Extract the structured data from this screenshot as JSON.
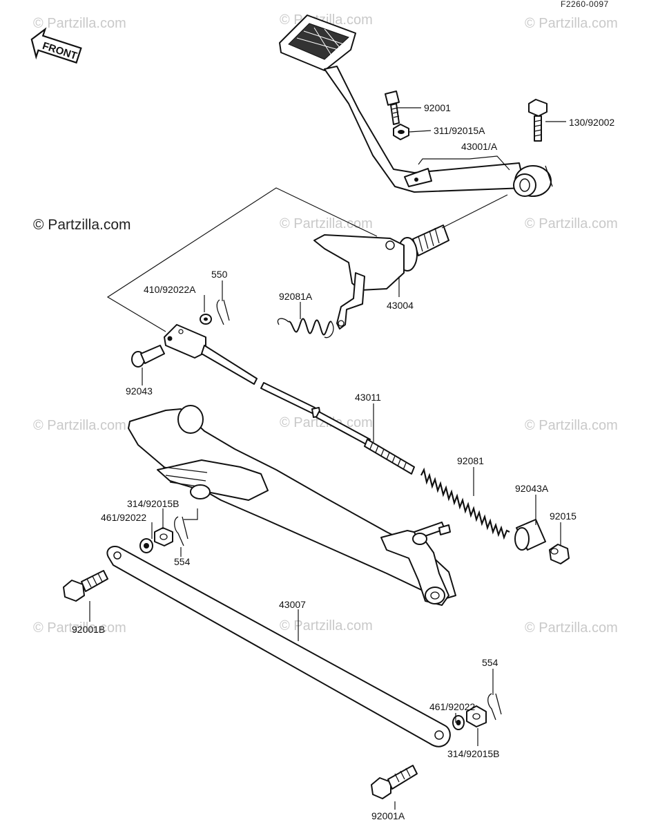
{
  "diagram_code": "F2260-0097",
  "front_marker": "FRONT",
  "watermark": "© Partzilla.com",
  "main_watermark": "© Partzilla.com",
  "parts": {
    "p92001": "92001",
    "p130_92002": "130/92002",
    "p311_92015A": "311/92015A",
    "p43001A": "43001/A",
    "p550": "550",
    "p410_92022A": "410/92022A",
    "p92081A": "92081A",
    "p43004": "43004",
    "p92043": "92043",
    "p43011": "43011",
    "p92081": "92081",
    "p92043A": "92043A",
    "p92015": "92015",
    "p314_92015B_a": "314/92015B",
    "p461_92022_a": "461/92022",
    "p554_a": "554",
    "p92001B": "92001B",
    "p43007": "43007",
    "p554_b": "554",
    "p461_92022_b": "461/92022",
    "p314_92015B_b": "314/92015B",
    "p92001A": "92001A"
  }
}
